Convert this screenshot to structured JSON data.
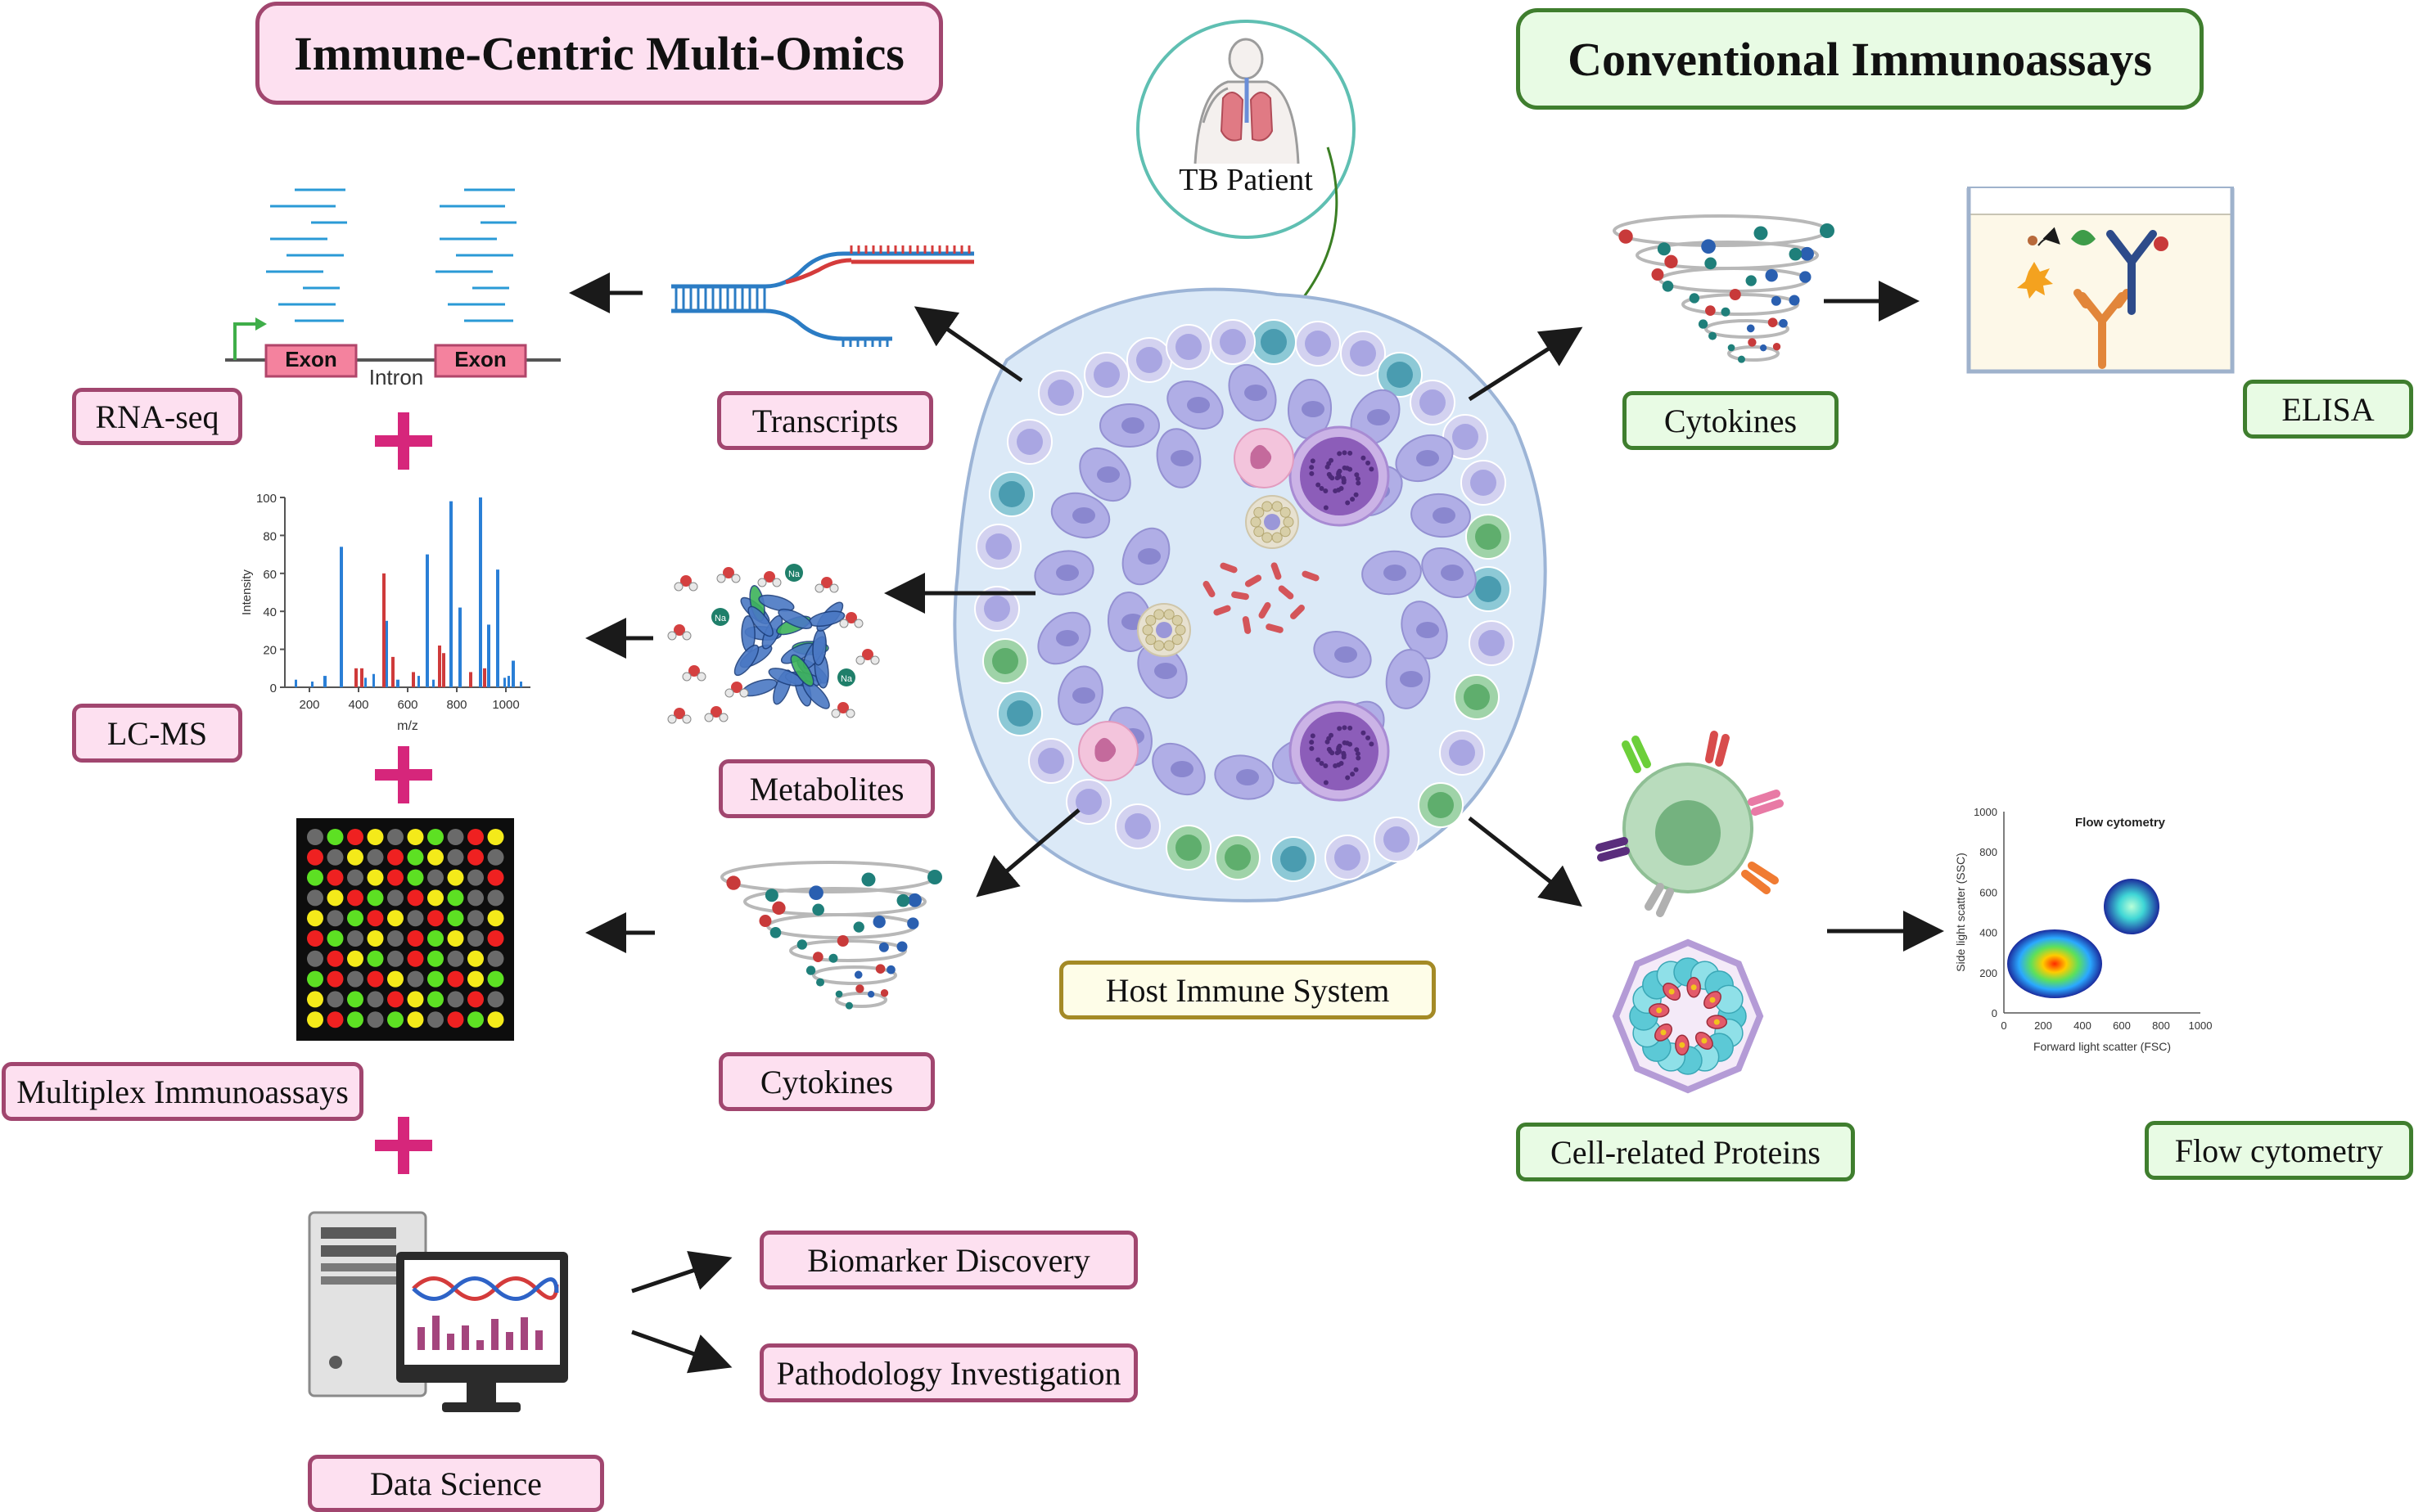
{
  "titles": {
    "left": "Immune-Centric Multi-Omics",
    "right": "Conventional Immunoassays"
  },
  "center": {
    "patient_label": "TB Patient",
    "system_label": "Host Immune System"
  },
  "left_methods": {
    "rna_seq": "RNA-seq",
    "lc_ms": "LC-MS",
    "multiplex": "Multiplex Immunoassays",
    "data_science": "Data Science"
  },
  "left_analytes": {
    "transcripts": "Transcripts",
    "metabolites": "Metabolites",
    "cytokines": "Cytokines"
  },
  "gene_diagram": {
    "exon": "Exon",
    "intron": "Intron"
  },
  "ms_spectrum": {
    "ylabel": "Intensity",
    "xlabel": "m/z",
    "yticks": [
      "0",
      "20",
      "40",
      "60",
      "80",
      "100"
    ],
    "xticks": [
      "200",
      "400",
      "600",
      "800",
      "1000"
    ]
  },
  "metabolite_ion": "Na",
  "outputs": {
    "biomarker": "Biomarker Discovery",
    "pathology": "Pathodology Investigation"
  },
  "right_analytes": {
    "cytokines": "Cytokines",
    "cell_proteins": "Cell-related Proteins"
  },
  "right_methods": {
    "elisa": "ELISA",
    "flow": "Flow cytometry"
  },
  "flow_plot": {
    "title": "Flow cytometry",
    "xlabel": "Forward light scatter (FSC)",
    "ylabel": "Side light scatter (SSC)",
    "xticks": [
      "0",
      "200",
      "400",
      "600",
      "800",
      "1000"
    ],
    "yticks": [
      "0",
      "200",
      "400",
      "600",
      "800",
      "1000"
    ]
  },
  "colors": {
    "pink_border": "#a1466f",
    "pink_fill": "#fde0f0",
    "green_border": "#3f7e2e",
    "green_fill": "#e8fbe4",
    "yellow_border": "#a48a26",
    "plus": "#d6267b",
    "cell": "#a9a6e2"
  }
}
